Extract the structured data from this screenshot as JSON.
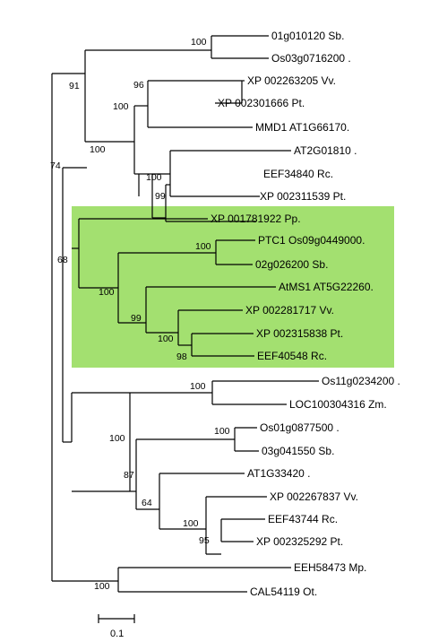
{
  "tree": {
    "highlight_color": "#a3e070",
    "leaves": [
      "01g010120 Sb.",
      "Os03g0716200 .",
      "XP 002263205 Vv.",
      "XP 002301666 Pt.",
      "MMD1 AT1G66170.",
      "AT2G01810 .",
      "EEF34840 Rc.",
      "XP 002311539 Pt.",
      "XP 001781922 Pp.",
      "PTC1 Os09g0449000.",
      "02g026200 Sb.",
      "AtMS1 AT5G22260.",
      "XP 002281717 Vv.",
      "XP 002315838 Pt.",
      "EEF40548 Rc.",
      "Os11g0234200 .",
      "LOC100304316 Zm.",
      "Os01g0877500 .",
      "03g041550 Sb.",
      "AT1G33420 .",
      "XP 002267837 Vv.",
      "EEF43744 Rc.",
      "XP 002325292 Pt.",
      "EEH58473 Mp.",
      "CAL54119 Ot."
    ],
    "bootstrap": [
      "100",
      "96",
      "100",
      "91",
      "100",
      "99",
      "100",
      "74",
      "100",
      "68",
      "100",
      "99",
      "100",
      "98",
      "100",
      "100",
      "87",
      "64",
      "100",
      "95",
      "100"
    ],
    "scale_label": "0.1"
  }
}
